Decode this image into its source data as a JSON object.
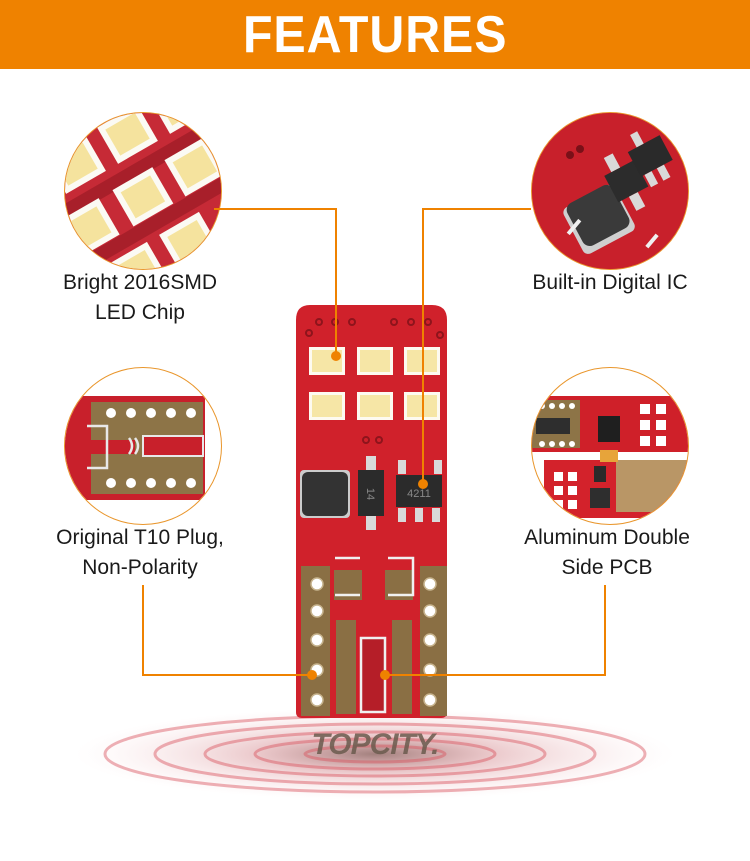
{
  "header": {
    "title": "FEATURES"
  },
  "colors": {
    "accent": "#EF8200",
    "pcb_red": "#D0212B",
    "led_yellow": "#F6E6A6",
    "copper": "#8A6F44"
  },
  "features": [
    {
      "id": "led-chip",
      "line1": "Bright 2016SMD",
      "line2": "LED Chip",
      "icon": "led-chip-closeup"
    },
    {
      "id": "digital-ic",
      "line1": "Built-in Digital IC",
      "line2": "",
      "icon": "ic-closeup"
    },
    {
      "id": "t10-plug",
      "line1": "Original T10 Plug,",
      "line2": "Non-Polarity",
      "icon": "plug-closeup"
    },
    {
      "id": "double-pcb",
      "line1": "Aluminum Double",
      "line2": "Side PCB",
      "icon": "pcb-closeup"
    }
  ],
  "product": {
    "ic_marking_1": "14",
    "ic_marking_2": "4211"
  },
  "brand": {
    "logo_text": "TOPCITY."
  }
}
